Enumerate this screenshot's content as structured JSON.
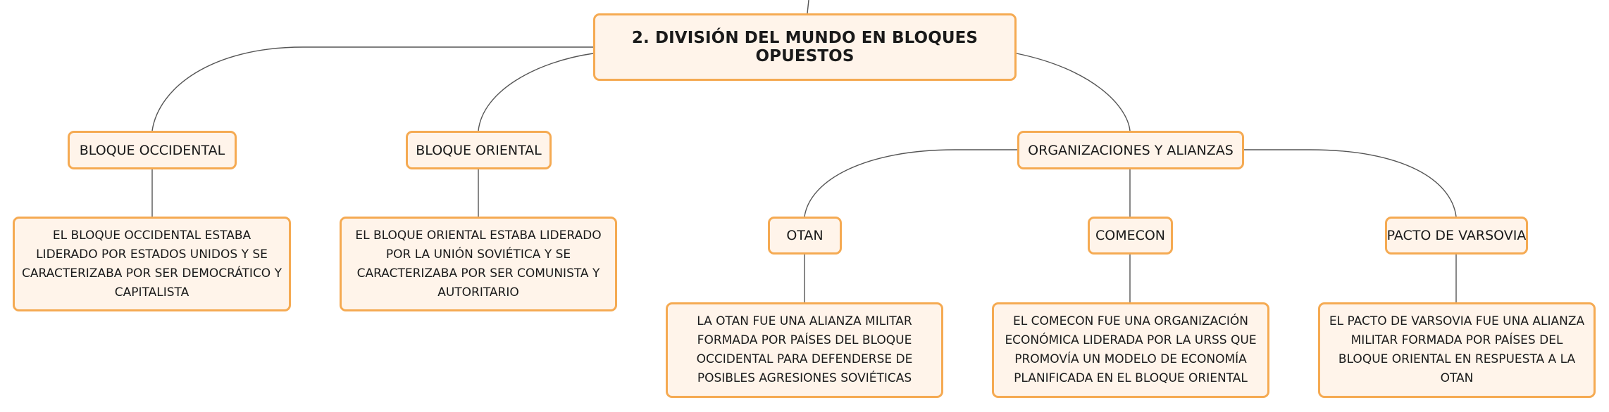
{
  "map": {
    "root": {
      "label": "2. DIVISIÓN DEL MUNDO EN BLOQUES OPUESTOS"
    },
    "occidental": {
      "label": "BLOQUE OCCIDENTAL",
      "description": "EL BLOQUE OCCIDENTAL ESTABA LIDERADO POR ESTADOS UNIDOS Y SE CARACTERIZABA POR SER DEMOCRÁTICO Y CAPITALISTA"
    },
    "oriental": {
      "label": "BLOQUE ORIENTAL",
      "description": "EL BLOQUE ORIENTAL ESTABA LIDERADO POR LA UNIÓN SOVIÉTICA Y SE CARACTERIZABA POR SER COMUNISTA Y AUTORITARIO"
    },
    "organizaciones": {
      "label": "ORGANIZACIONES Y ALIANZAS"
    },
    "otan": {
      "label": "OTAN",
      "description": "LA OTAN FUE UNA ALIANZA MILITAR FORMADA POR PAÍSES DEL BLOQUE OCCIDENTAL PARA DEFENDERSE DE POSIBLES AGRESIONES SOVIÉTICAS"
    },
    "comecon": {
      "label": "COMECON",
      "description": "EL COMECON FUE UNA ORGANIZACIÓN ECONÓMICA LIDERADA POR LA URSS QUE PROMOVÍA UN MODELO DE ECONOMÍA PLANIFICADA EN EL BLOQUE ORIENTAL"
    },
    "varsovia": {
      "label": "PACTO DE VARSOVIA",
      "description": "EL PACTO DE VARSOVIA FUE UNA ALIANZA MILITAR FORMADA POR PAÍSES DEL BLOQUE ORIENTAL EN RESPUESTA A LA OTAN"
    }
  },
  "colors": {
    "node_border": "#f5aa52",
    "node_fill": "#fff4ea",
    "connector": "#555555",
    "text": "#1a1a1a"
  }
}
